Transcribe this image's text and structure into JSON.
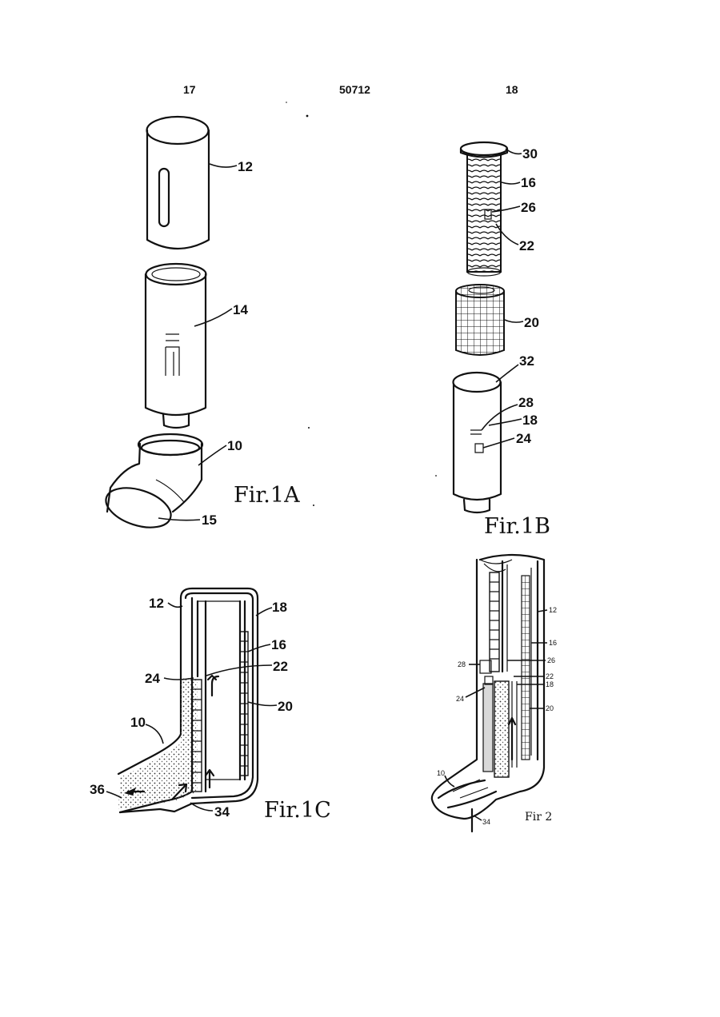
{
  "header": {
    "left_page": "17",
    "doc_number": "50712",
    "right_page": "18"
  },
  "figures": {
    "fig1a": {
      "caption": "Fir.1A",
      "labels": {
        "cap": "12",
        "canister": "14",
        "mouthpiece": "10",
        "opening": "15"
      }
    },
    "fig1b": {
      "caption": "Fir.1B",
      "labels": {
        "top": "30",
        "spiral": "16",
        "slot": "26",
        "rib": "22",
        "sheet": "20",
        "rim": "32",
        "window": "28",
        "body": "18",
        "tab": "24"
      }
    },
    "fig1c": {
      "caption": "Fir.1C",
      "labels": {
        "cap": "12",
        "body": "18",
        "spiral": "16",
        "rib": "22",
        "tab": "24",
        "sheet": "20",
        "mouthpiece": "10",
        "outlet": "36",
        "inlet": "34"
      }
    },
    "fig2": {
      "caption": "Fir 2",
      "labels": {
        "cap": "12",
        "spiral": "16",
        "slot": "26",
        "window": "28",
        "rib": "22",
        "body": "18",
        "tab": "24",
        "sheet": "20",
        "mouthpiece": "10",
        "inlet": "34"
      }
    }
  }
}
